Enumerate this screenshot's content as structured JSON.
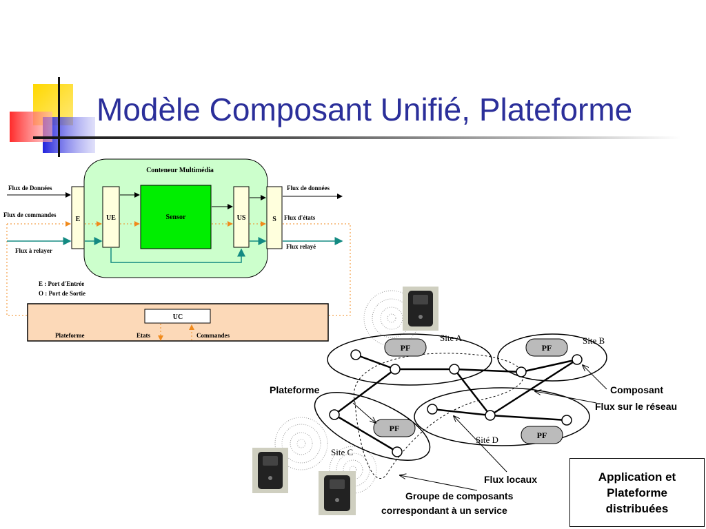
{
  "slide": {
    "title": "Modèle Composant Unifié, Plateforme"
  },
  "container": {
    "title": "Conteneur Multimédia",
    "ports": {
      "E": "E",
      "UE": "UE",
      "sensor": "Sensor",
      "US": "US",
      "S": "S"
    },
    "inputs": [
      "Flux de Données",
      "Flux de commandes",
      "Flux à relayer"
    ],
    "outputs": [
      "Flux de données",
      "Flux d'états",
      "Flux relayé"
    ],
    "legend": [
      "E : Port d'Entrée",
      "O : Port de Sortie"
    ]
  },
  "platform_bar": {
    "uc": "UC",
    "labels": [
      "Plateforme",
      "Etats",
      "Commandes"
    ]
  },
  "network": {
    "pf_label": "PF",
    "sites": [
      "Site A",
      "Site B",
      "Site C",
      "Sité D"
    ],
    "annotations": {
      "plateforme": "Plateforme",
      "composant": "Composant",
      "flux_reseau": "Flux sur le réseau",
      "flux_locaux": "Flux locaux",
      "groupe_line1": "Groupe de composants",
      "groupe_line2": "correspondant à un service"
    }
  },
  "app_box": {
    "lines": [
      "Application et",
      "Plateforme",
      "distribuées"
    ]
  },
  "colors": {
    "title": "#2b2f9a",
    "container_fill": "#ccffcc",
    "sensor_fill": "#00ee00",
    "port_fill": "#ffffdd",
    "platform_fill": "#fcd9b8",
    "orange_flow": "#f08a1c",
    "teal_flow": "#138a82"
  }
}
